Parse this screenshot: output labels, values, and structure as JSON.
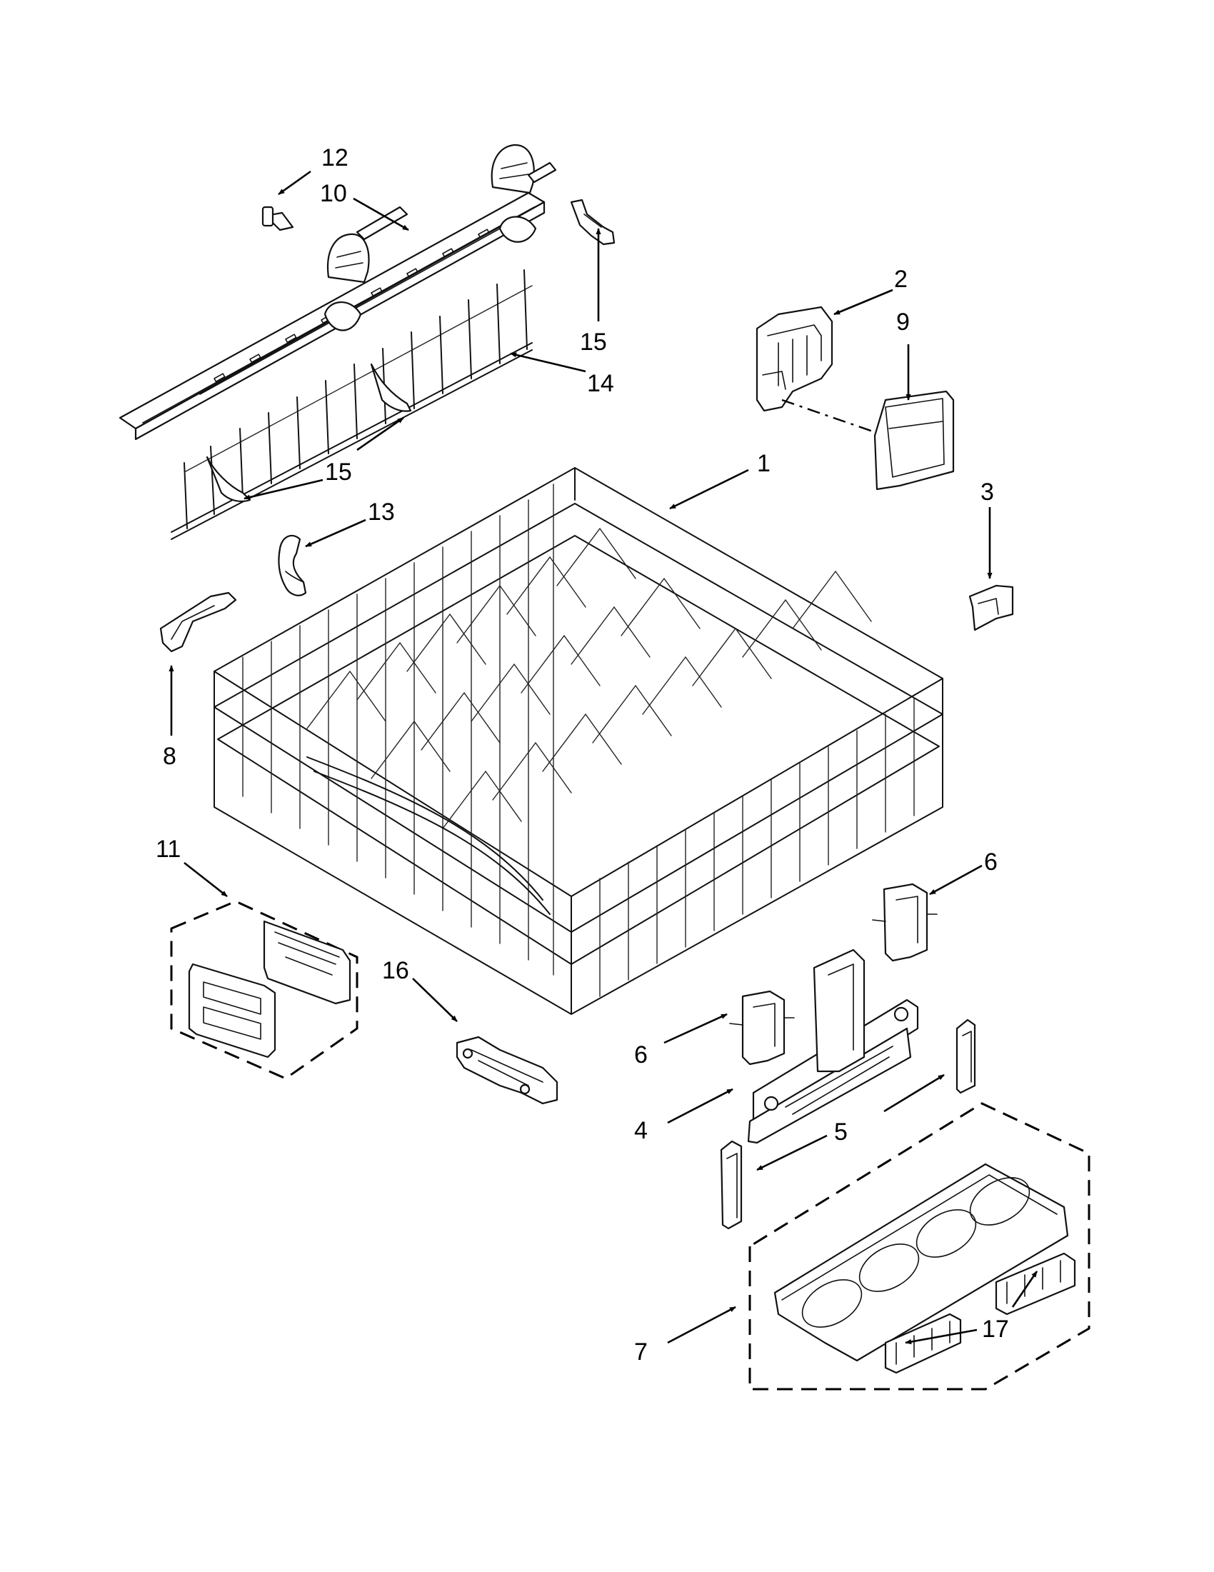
{
  "callouts": {
    "c12": "12",
    "c10": "10",
    "c15a": "15",
    "c2": "2",
    "c9": "9",
    "c14": "14",
    "c15b": "15",
    "c1": "1",
    "c13": "13",
    "c3": "3",
    "c8": "8",
    "c11": "11",
    "c6a": "6",
    "c16": "16",
    "c6b": "6",
    "c4": "4",
    "c5": "5",
    "c7": "7",
    "c17": "17"
  }
}
